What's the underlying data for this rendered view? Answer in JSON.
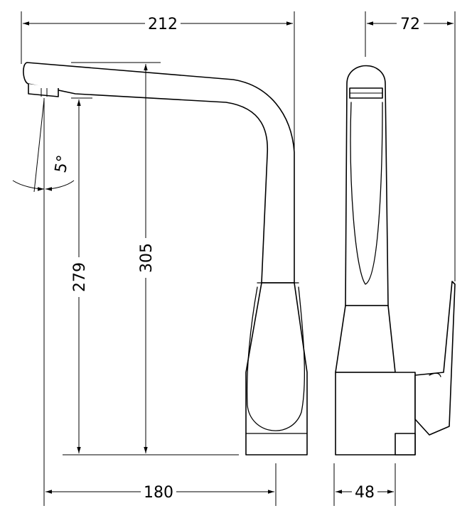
{
  "dimensions": {
    "total_reach": "212",
    "side_depth": "72",
    "spout_angle": "5°",
    "spout_height": "279",
    "total_height": "305",
    "base_reach": "180",
    "base_depth": "48"
  }
}
